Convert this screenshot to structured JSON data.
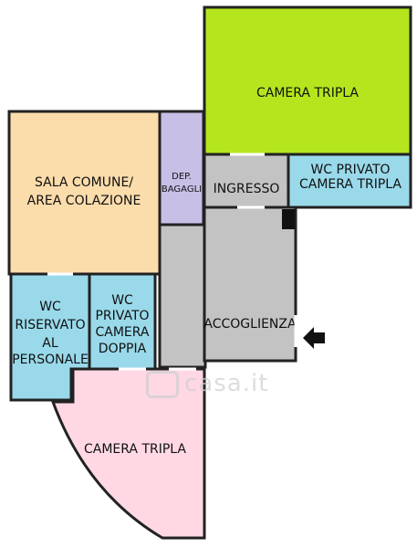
{
  "rooms": {
    "camera_tripla_top": {
      "label": "CAMERA TRIPLA",
      "color": "#b5e61d"
    },
    "sala_comune": {
      "line1": "SALA COMUNE/",
      "line2": "AREA COLAZIONE",
      "color": "#fbdcab"
    },
    "dep_bagagli": {
      "line1": "DEP.",
      "line2": "BAGAGLI",
      "color": "#c8bfe7"
    },
    "ingresso": {
      "label": "INGRESSO",
      "color": "#c3c3c3"
    },
    "wc_privato_tripla": {
      "line1": "WC PRIVATO",
      "line2": "CAMERA TRIPLA",
      "color": "#99d9ea"
    },
    "accoglienza": {
      "label": "ACCOGLIENZA",
      "color": "#c3c3c3"
    },
    "wc_riservato": {
      "line1": "WC",
      "line2": "RISERVATO",
      "line3": "AL",
      "line4": "PERSONALE",
      "color": "#99d9ea"
    },
    "wc_privato_doppia": {
      "line1": "WC",
      "line2": "PRIVATO",
      "line3": "CAMERA",
      "line4": "DOPPIA",
      "color": "#99d9ea"
    },
    "camera_tripla_bottom": {
      "label": "CAMERA TRIPLA",
      "color": "#ffd8e4"
    }
  },
  "entrance_arrow": {
    "icon": "arrow-left-icon"
  },
  "watermark": {
    "text": "casa.it",
    "icon": "house-icon"
  }
}
